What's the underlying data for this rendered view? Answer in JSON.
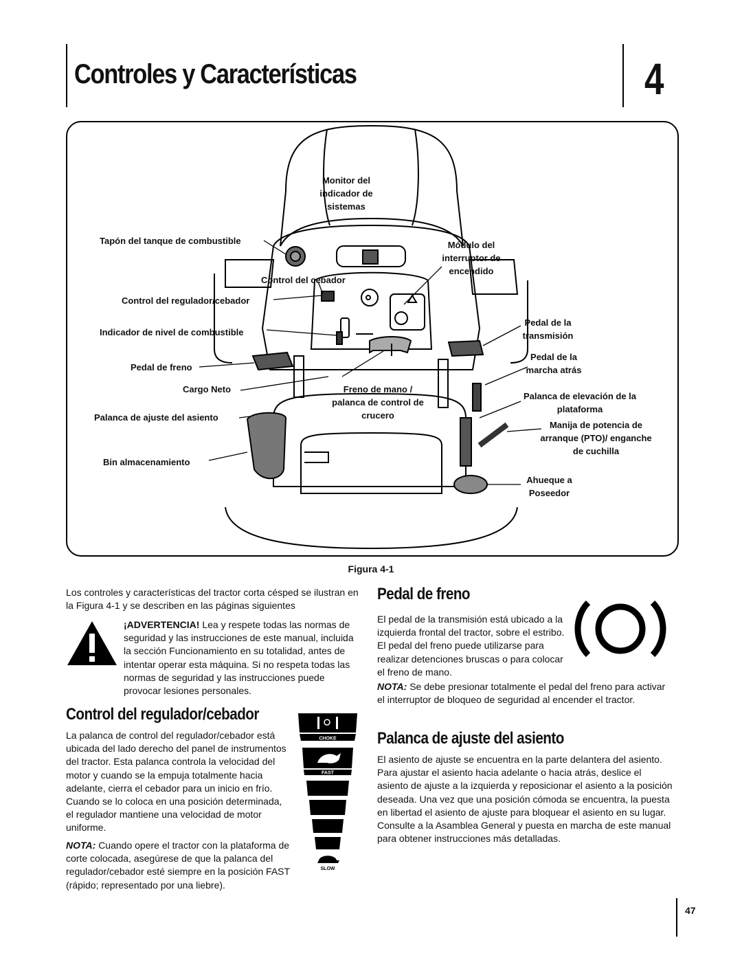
{
  "header": {
    "title": "Controles y Características",
    "chapter_number": "4"
  },
  "figure": {
    "caption": "Figura 4-1",
    "labels": {
      "monitor": "Monitor del indicador de sistemas",
      "fuel_cap": "Tapón del tanque de combustible",
      "choke_control": "Control del cebador",
      "throttle_choke": "Control del regulador/cebador",
      "fuel_gauge": "Indicador de nivel de combustible",
      "brake_pedal": "Pedal de freno",
      "cargo_net": "Cargo Neto",
      "seat_adjust": "Palanca de ajuste del asiento",
      "storage_bin": "Bin almacenamiento",
      "ignition": "Módulo del interruptor de encendido",
      "transmission_pedal": "Pedal de la transmisión",
      "reverse_pedal": "Pedal de la marcha atrás",
      "handbrake": "Freno de mano / palanca de control de crucero",
      "deck_lift": "Palanca de elevación de la plataforma",
      "pto": "Manija de potencia de arranque (PTO)/ enganche de cuchilla",
      "cup_holder": "Ahueque a Poseedor"
    }
  },
  "intro": "Los controles y características del tractor corta césped se ilustran en la Figura 4-1 y se describen en las páginas siguientes",
  "warning": {
    "heading": "¡ADVERTENCIA!",
    "text": "Lea y respete todas las normas de seguridad y las instrucciones de este manual, incluida la sección Funcionamiento en su totalidad, antes de intentar operar esta máquina. Si no respeta todas las normas de seguridad y las instrucciones puede provocar lesiones personales."
  },
  "throttle": {
    "heading": "Control del regulador/cebador",
    "text": "La palanca de control del regulador/cebador está ubicada del lado derecho del panel de instrumentos del tractor. Esta palanca controla la velocidad del motor y cuando se la empuja totalmente hacia adelante, cierra el cebador para un inicio en frío. Cuando se lo coloca en una posición determinada, el regulador mantiene una velocidad de motor uniforme.",
    "note_label": "NOTA:",
    "note": "Cuando opere el tractor con la plataforma de corte colocada, asegúrese de que la palanca del regulador/cebador esté siempre en la posición  FAST (rápido; representado por una liebre).",
    "decal": {
      "choke": "CHOKE",
      "fast": "FAST",
      "slow": "SLOW"
    }
  },
  "brake": {
    "heading": "Pedal de freno",
    "text": "El pedal de la transmisión está ubicado a la izquierda frontal del tractor, sobre el estribo. El pedal del freno puede utilizarse para realizar detenciones bruscas o para colocar el freno de mano.",
    "note_label": "NOTA:",
    "note": "Se debe presionar totalmente el pedal del freno para activar el interruptor de bloqueo de seguridad al encender el tractor."
  },
  "seat": {
    "heading": "Palanca de ajuste del asiento",
    "text": "El asiento de ajuste se encuentra en la parte delantera del asiento. Para ajustar el asiento hacia adelante o hacia atrás, deslice el asiento de ajuste a la izquierda y reposicionar el asiento a la posición deseada. Una vez que una posición cómoda se encuentra, la puesta en libertad el asiento de ajuste para bloquear el asiento en su lugar. Consulte a la Asamblea General y puesta en marcha de este manual para obtener instrucciones más detalladas."
  },
  "page_number": "47"
}
